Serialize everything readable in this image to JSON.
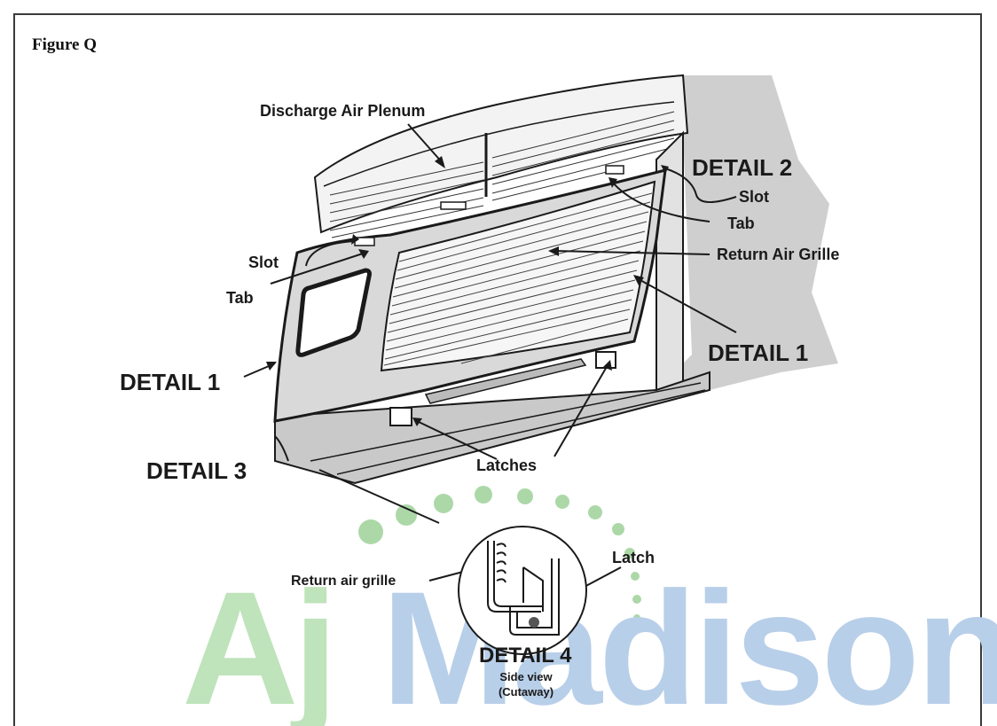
{
  "figure": {
    "title": "Figure Q"
  },
  "labels": {
    "discharge_air_plenum": "Discharge Air Plenum",
    "detail2": "DETAIL 2",
    "slot_right": "Slot",
    "tab_right": "Tab",
    "return_air_grille": "Return Air Grille",
    "detail1_right": "DETAIL 1",
    "slot_left": "Slot",
    "tab_left": "Tab",
    "detail1_left": "DETAIL 1",
    "detail3": "DETAIL 3",
    "latches": "Latches",
    "latch": "Latch",
    "return_air_grille_lower": "Return air grille",
    "detail4": "DETAIL 4",
    "side_view": "Side view",
    "cutaway": "(Cutaway)"
  },
  "watermark": {
    "part1": "Aj",
    "part2": "Madison",
    "color_green": "#5fba5a",
    "color_blue": "#4a7fc0"
  },
  "colors": {
    "line": "#1a1a1a",
    "wall": "#cfcfcf",
    "panel": "#d6d6d6"
  }
}
